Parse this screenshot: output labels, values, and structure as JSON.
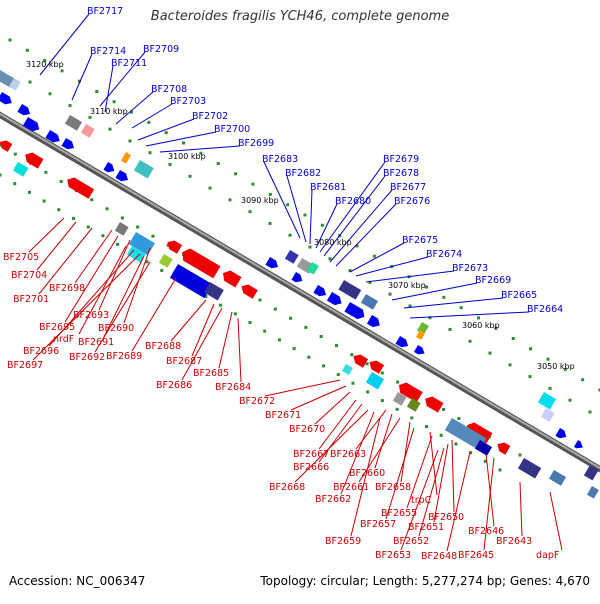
{
  "title": "Bacteroides fragilis YCH46, complete genome",
  "footer": {
    "accession": "Accession: NC_006347",
    "summary": "Topology: circular; Length: 5,277,274 bp; Genes: 4,670"
  },
  "colors": {
    "forward_label": "#0000cc",
    "reverse_label": "#cc0000",
    "backbone": "#808080",
    "tick": "#2e8b2e"
  },
  "kbp_labels": [
    "3120 kbp",
    "3110 kbp",
    "3100 kbp",
    "3090 kbp",
    "3080 kbp",
    "3070 kbp",
    "3060 kbp",
    "3050 kbp"
  ],
  "forward_genes": [
    "BF2717",
    "BF2714",
    "BF2709",
    "BF2711",
    "BF2708",
    "BF2703",
    "BF2702",
    "BF2700",
    "BF2699",
    "BF2683",
    "BF2682",
    "BF2681",
    "BF2680",
    "BF2679",
    "BF2678",
    "BF2677",
    "BF2676",
    "BF2675",
    "BF2674",
    "BF2673",
    "BF2669",
    "BF2665",
    "BF2664"
  ],
  "reverse_genes": [
    "BF2705",
    "BF2704",
    "BF2701",
    "BF2698",
    "BF2695",
    "BF2693",
    "nrdF",
    "BF2690",
    "BF2696",
    "BF2691",
    "BF2697",
    "BF2692",
    "BF2689",
    "BF2688",
    "BF2687",
    "BF2686",
    "BF2685",
    "BF2684",
    "BF2672",
    "BF2671",
    "BF2670",
    "BF2667",
    "BF2663",
    "BF2666",
    "BF2660",
    "BF2668",
    "BF2661",
    "BF2658",
    "BF2662",
    "trpC",
    "BF2655",
    "BF2657",
    "BF2650",
    "BF2651",
    "BF2659",
    "BF2652",
    "BF2646",
    "BF2653",
    "BF2648",
    "BF2645",
    "BF2643",
    "dapF"
  ]
}
